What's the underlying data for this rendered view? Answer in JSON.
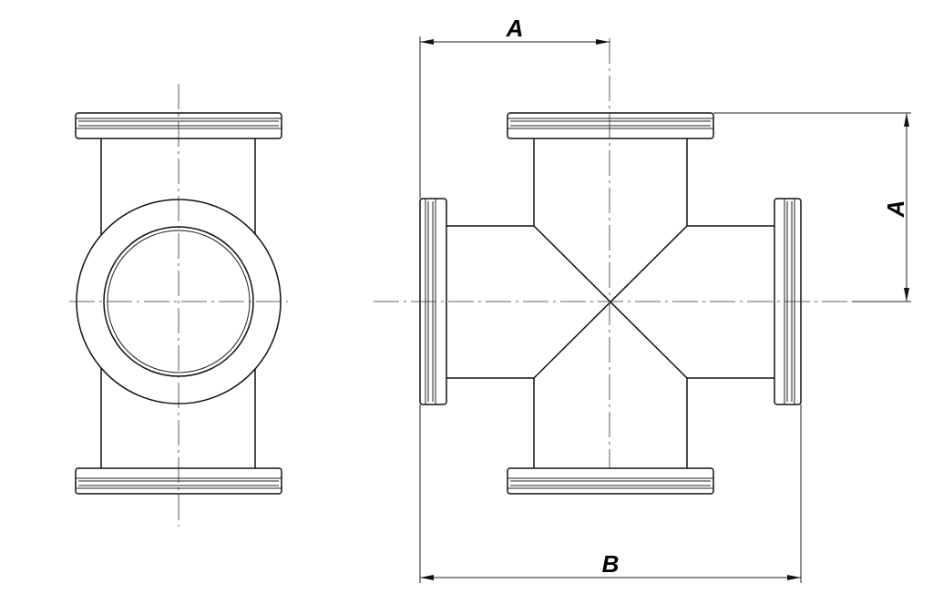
{
  "drawing": {
    "title": "",
    "colors": {
      "line": "#111111",
      "background": "#ffffff"
    },
    "dimensions": {
      "top_label": "A",
      "right_label": "A",
      "bottom_label": "B"
    }
  }
}
